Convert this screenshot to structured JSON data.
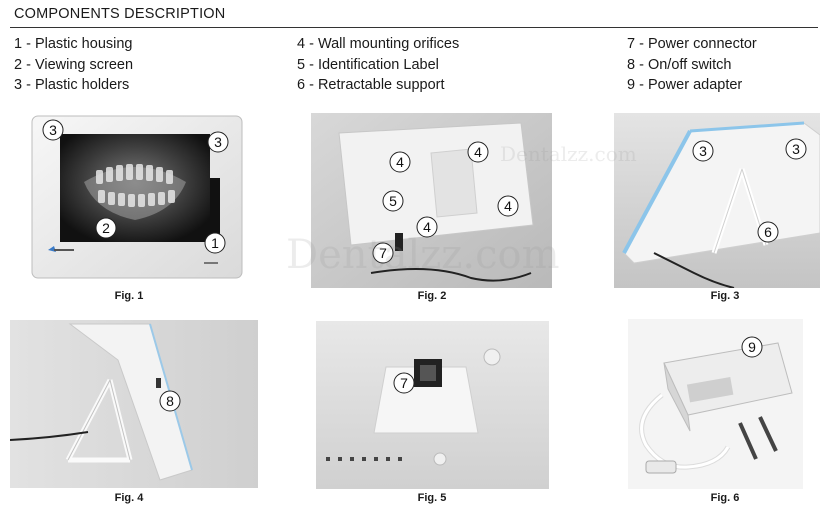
{
  "heading": "COMPONENTS DESCRIPTION",
  "components": {
    "col1": [
      "1 - Plastic housing",
      "2 - Viewing screen",
      "3 - Plastic holders"
    ],
    "col2": [
      "4 - Wall mounting orifices",
      "5 - Identification Label",
      "6 - Retractable support"
    ],
    "col3": [
      "7 - Power connector",
      "8 - On/off switch",
      "9 - Power adapter"
    ]
  },
  "figures": {
    "fig1": "Fig. 1",
    "fig2": "Fig. 2",
    "fig3": "Fig. 3",
    "fig4": "Fig. 4",
    "fig5": "Fig. 5",
    "fig6": "Fig. 6"
  },
  "callouts": {
    "c1": "1",
    "c2": "2",
    "c3": "3",
    "c4": "4",
    "c5": "5",
    "c6": "6",
    "c7": "7",
    "c8": "8",
    "c9": "9"
  },
  "watermarks": {
    "main": "Dentalzz.com",
    "small": "Dentalzz.com"
  }
}
